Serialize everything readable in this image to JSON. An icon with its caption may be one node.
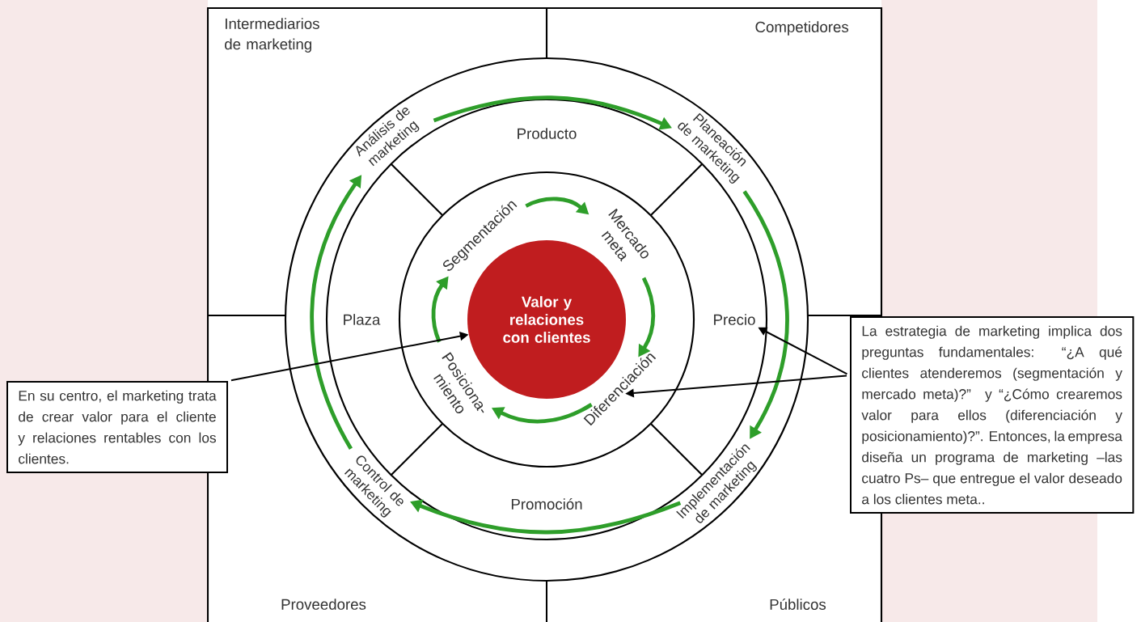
{
  "diagram": {
    "nodes": [
      {
        "text": [
          "Análisis de marketing"
        ]
      },
      {
        "text": [
          "Planeación de marketing"
        ]
      },
      {
        "text": [
          "Producto"
        ]
      },
      {
        "text": [
          "Segmentación"
        ]
      },
      {
        "text": [
          "Mercado meta"
        ]
      },
      {
        "text": [
          "Plaza"
        ]
      },
      {
        "text": [
          "Valor y relaciones con clientes"
        ]
      },
      {
        "text": [
          "Precio"
        ]
      },
      {
        "text": [
          "Posiciona- miento"
        ]
      },
      {
        "text": [
          "Diferenciación"
        ]
      },
      {
        "text": [
          "En su centro, el marketing trata de crear valor para el cliente y relaciones rentables con los clientes."
        ]
      },
      {
        "text": [
          "La estrategia de marketing implica dos preguntas fundamentales: “¿A qué clientes atenderemos (segmentación y mercado meta)?” y “¿Cómo crearemos valor para ellos (diferenciación y posicionamiento)?”. Entonces, la empresa diseña un programa de marketing –las cuatro Ps– que entregue el valor deseado a los clientes meta.."
        ]
      },
      {
        "text": [
          "Promoción"
        ]
      },
      {
        "text": [
          "Implementación de marketing"
        ]
      },
      {
        "text": [
          "Control de marketing"
        ]
      }
    ],
    "edges": [
      {
        "from": 3,
        "to": 4,
        "arrow": "to"
      },
      {
        "from": 4,
        "to": 9,
        "arrow": "to"
      },
      {
        "from": 9,
        "to": 8,
        "arrow": "to"
      },
      {
        "from": 8,
        "to": 3,
        "arrow": "to"
      },
      {
        "from": 0,
        "to": 1,
        "arrow": "to"
      },
      {
        "from": 1,
        "to": 13,
        "arrow": "to"
      },
      {
        "from": 13,
        "to": 14,
        "arrow": "to"
      },
      {
        "from": 14,
        "to": 0,
        "arrow": "to"
      },
      {
        "from": 10,
        "to": 6,
        "arrow": "to",
        "color": "#000000"
      },
      {
        "from": 11,
        "to": 7,
        "arrow": "to",
        "color": "#000000"
      },
      {
        "from": 11,
        "to": 9,
        "arrow": "to",
        "color": "#000000"
      }
    ],
    "labels": [
      "Intermediarios de marketing",
      "Competidores",
      "Proveedores",
      "Públicos"
    ]
  }
}
